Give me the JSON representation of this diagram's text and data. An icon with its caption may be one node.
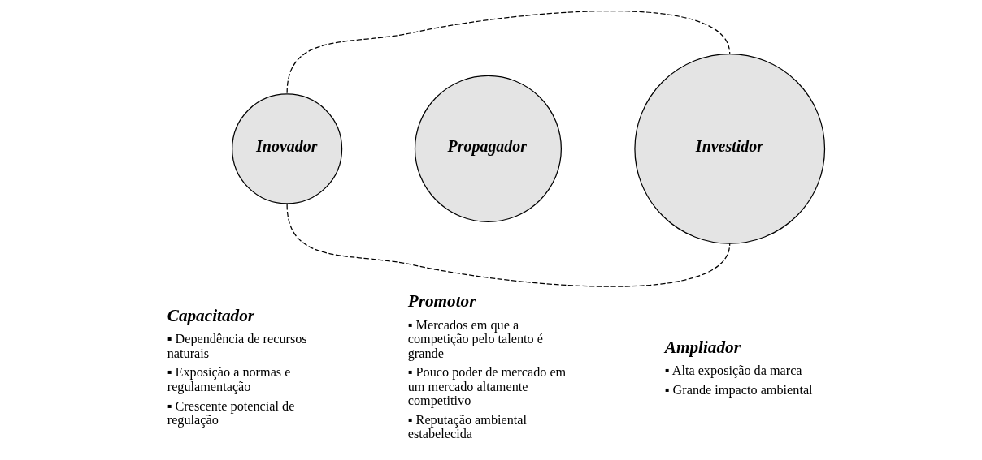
{
  "diagram": {
    "nodes": [
      {
        "text": [
          "Inovador"
        ]
      },
      {
        "text": [
          "Propagador"
        ]
      },
      {
        "text": [
          "Investidor"
        ]
      }
    ],
    "edges": [
      {
        "from": 0,
        "to": 2,
        "arrow": "none",
        "style": "dashed"
      },
      {
        "from": 0,
        "to": 2,
        "arrow": "none",
        "style": "dashed"
      }
    ],
    "labels": [
      "Capacitador",
      "▪ Dependência de recursos naturais",
      "▪ Exposição a normas e regulamentação",
      "▪ Crescente potencial de regulação",
      "Promotor",
      "▪ Mercados em que a competição pelo talento é grande",
      "▪ Pouco poder de mercado em um mercado altamente competitivo",
      "▪ Reputação ambiental estabelecida",
      "Ampliador",
      "▪ Alta exposição da marca",
      "▪ Grande impacto ambiental"
    ]
  }
}
